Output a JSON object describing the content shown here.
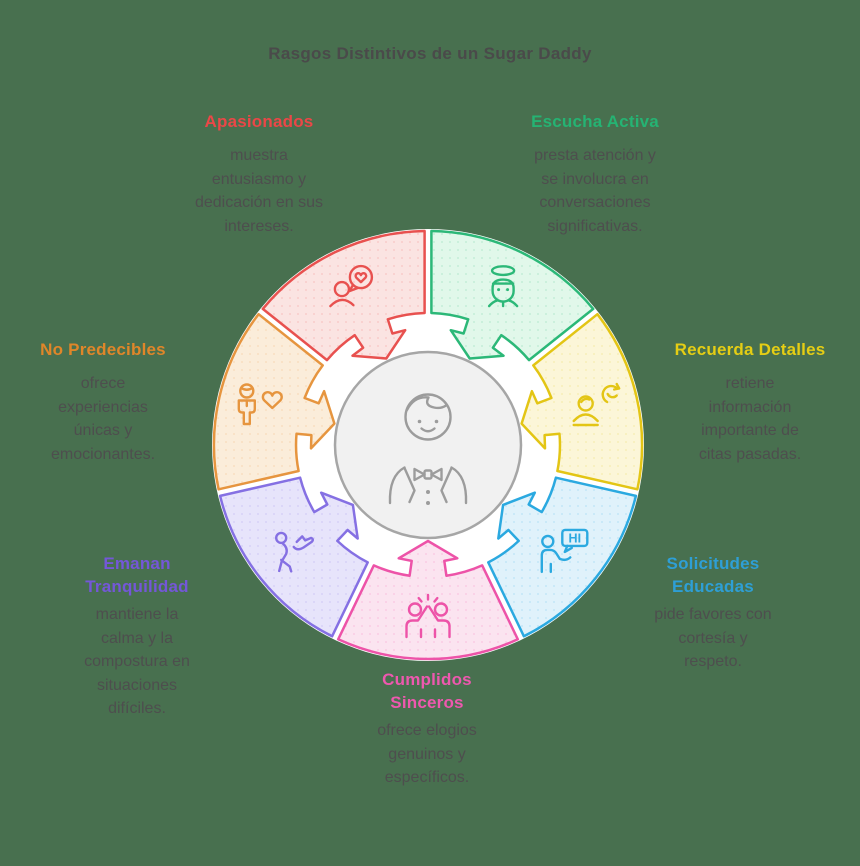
{
  "title": "Rasgos Distintivos de un Sugar Daddy",
  "traits": [
    {
      "id": "apasionados",
      "heading": "Apasionados",
      "body": "muestra\nentusiasmo y\ndedicación en sus\nintereses.",
      "color": "#EB4747",
      "stroke": "#E8514F",
      "fill": "#FBE4E2",
      "icon": "love-speech-icon"
    },
    {
      "id": "escucha",
      "heading": "Escucha Activa",
      "body": "presta atención y\nse involucra en\nconversaciones\nsignificativas.",
      "color": "#25B373",
      "stroke": "#2CB878",
      "fill": "#E1F8EA",
      "icon": "halo-listener-icon"
    },
    {
      "id": "recuerda",
      "heading": "Recuerda Detalles",
      "body": "retiene\ninformación\nimportante de\ncitas pasadas.",
      "color": "#E5CD14",
      "stroke": "#E3C515",
      "fill": "#FCF6D8",
      "icon": "memory-refresh-icon"
    },
    {
      "id": "solicitudes",
      "heading": "Solicitudes\nEducadas",
      "body": "pide favores con\ncortesía y\nrespeto.",
      "color": "#2E9FD6",
      "stroke": "#2BA9E0",
      "fill": "#E0F2FB",
      "icon": "hi-greeting-icon"
    },
    {
      "id": "cumplidos",
      "heading": "Cumplidos\nSinceros",
      "body": "ofrece elogios\ngenuinos y\nespecíficos.",
      "color": "#EE58AF",
      "stroke": "#ED53A8",
      "fill": "#FBE4F0",
      "icon": "high-five-icon"
    },
    {
      "id": "emanan",
      "heading": "Emanan\nTranquilidad",
      "body": "mantiene la\ncalma y la\ncompostura en\nsituaciones\ndifíciles.",
      "color": "#7457D8",
      "stroke": "#8570E3",
      "fill": "#E7E4FB",
      "icon": "calm-figure-icon"
    },
    {
      "id": "nopredecibles",
      "heading": "No Predecibles",
      "body": "ofrece\nexperiencias\núnicas y\nemocionantes.",
      "color": "#E08629",
      "stroke": "#E6953F",
      "fill": "#FBEDDA",
      "icon": "person-heart-icon"
    }
  ],
  "wheel": {
    "order_clockwise_from_top": [
      "escucha",
      "recuerda",
      "solicitudes",
      "cumplidos",
      "emanan",
      "nopredecibles",
      "apasionados"
    ],
    "backing_color": "#FFFFFF",
    "center_icon": "groom-icon",
    "center_fill": "#F1F1F1",
    "center_stroke": "#A6A6A6",
    "center_icon_color": "#9C9C9C"
  }
}
